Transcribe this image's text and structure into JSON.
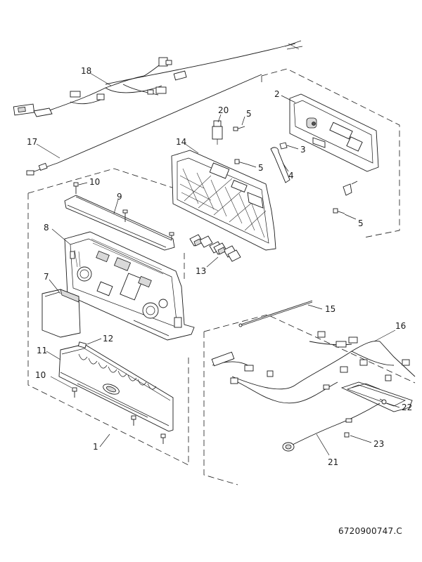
{
  "diagram": {
    "reference_code": "6720900747.C",
    "labels": {
      "p1": "1",
      "p2": "2",
      "p3": "3",
      "p4": "4",
      "p5a": "5",
      "p5b": "5",
      "p5c": "5",
      "p7": "7",
      "p8": "8",
      "p9": "9",
      "p10a": "10",
      "p10b": "10",
      "p11": "11",
      "p12": "12",
      "p13": "13",
      "p14": "14",
      "p15": "15",
      "p16": "16",
      "p17": "17",
      "p18": "18",
      "p20": "20",
      "p21": "21",
      "p22": "22",
      "p23": "23"
    }
  }
}
